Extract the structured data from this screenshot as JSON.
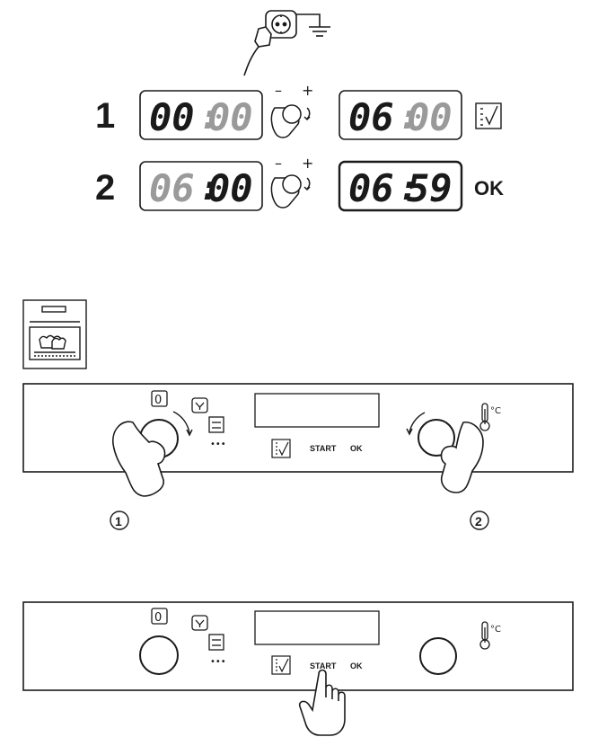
{
  "steps": [
    {
      "number": "1",
      "display_before": {
        "hours": "00",
        "minutes": "00"
      },
      "display_after": {
        "hours": "06",
        "minutes": "00"
      },
      "adjust_minus": "–",
      "adjust_plus": "+",
      "confirm_icon": "checklist-icon"
    },
    {
      "number": "2",
      "display_before": {
        "hours": "06",
        "minutes": "00"
      },
      "display_after": {
        "hours": "06",
        "minutes": "59"
      },
      "adjust_minus": "–",
      "adjust_plus": "+",
      "confirm_label": "OK"
    }
  ],
  "panel": {
    "mode_off_label": "0",
    "dots": "•••",
    "start_label": "START",
    "ok_label": "OK",
    "temp_unit": "°C",
    "callout_1": "1",
    "callout_2": "2"
  },
  "colors": {
    "line": "#1a1a1a",
    "dim_digit": "#9a9a9a",
    "bright_digit": "#1a1a1a"
  }
}
